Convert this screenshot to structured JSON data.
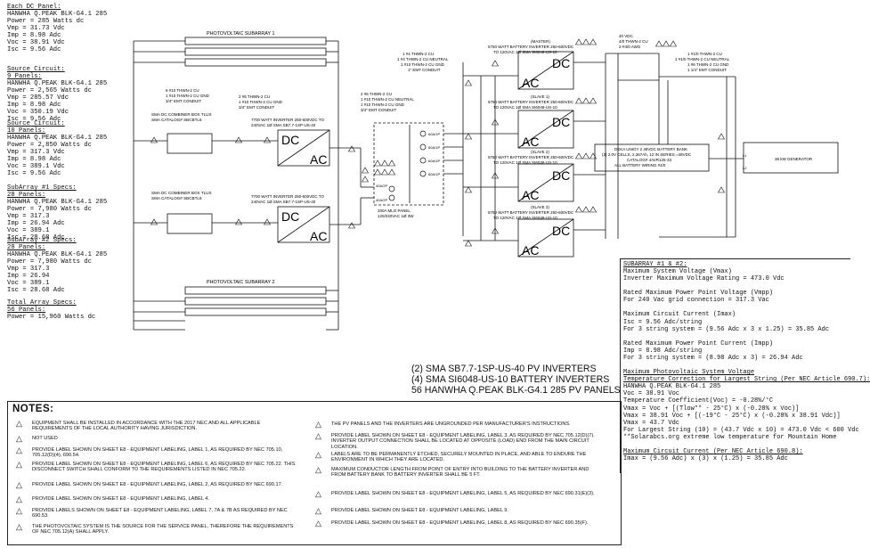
{
  "spec_blocks": [
    {
      "title": "Each DC Panel:",
      "lines": [
        "HANWHA Q.PEAK BLK-G4.1 285",
        "Power = 285 Watts dc",
        "Vmp = 31.73 Vdc",
        "Imp = 8.98 Adc",
        "Voc = 38.91 Vdc",
        "Isc = 9.56 Adc"
      ]
    },
    {
      "title": "Source Circuit:",
      "sub": "9 Panels:",
      "lines": [
        "HANWHA Q.PEAK BLK-G4.1 285",
        "Power = 2,565 Watts dc",
        "Vmp = 285.57 Vdc",
        "Imp = 8.98 Adc",
        "Voc = 350.19 Vdc",
        "Isc = 9.56 Adc"
      ]
    },
    {
      "title": "Source Circuit:",
      "sub": "10 Panels:",
      "lines": [
        "HANWHA Q.PEAK BLK-G4.1 285",
        "Power = 2,850 Watts dc",
        "Vmp = 317.3 Vdc",
        "Imp = 8.98 Adc",
        "Voc = 389.1 Vdc",
        "Isc = 9.56 Adc"
      ]
    },
    {
      "title": "SubArray #1 Specs:",
      "sub": "28 Panels:",
      "lines": [
        "HANWHA Q.PEAK BLK-G4.1 285",
        "Power = 7,980 Watts dc",
        "Vmp = 317.3",
        "Imp = 26.94 Adc",
        "Voc = 389.1",
        "Isc = 28.68 Adc"
      ]
    },
    {
      "title": "SubArray #2 Specs:",
      "sub": "28 Panels:",
      "lines": [
        "HANWHA Q.PEAK BLK-G4.1 285",
        "Power = 7,980 Watts dc",
        "Vmp = 317.3",
        "Imp = 26.94",
        "Voc = 389.1",
        "Isc = 28.68 Adc"
      ]
    },
    {
      "title": "Total Array Specs:",
      "sub": "56 Panels:",
      "lines": [
        "Power = 15,960 Watts dc"
      ]
    }
  ],
  "diagram": {
    "subarray1": "PHOTOVOLTAIC SUBARRAY 1",
    "subarray2": "PHOTOVOLTAIC SUBARRAY 2",
    "combiner1": [
      "SMA DC COMBINER BOX TLUS",
      "SMA CATALOG# SBCBTL6"
    ],
    "combiner2": [
      "SMA DC COMBINER BOX TLUS",
      "SMA CATALOG# SBCBTL6"
    ],
    "wire1": [
      "6 #10 THWN-2 CU",
      "1 #10 THWN-2 CU GND",
      "3/4\" EMT CONDUIT"
    ],
    "wire2": [
      "2 #6 THWN-2 CU",
      "1 #10 THWN-2 CU GND",
      "3/4\" EMT CONDUIT"
    ],
    "wire3": [
      "2 #6 THWN-2 CU",
      "1 #10 THWN-2 CU NEUTRAL",
      "1 #10 THWN-2 CU GND",
      "3/4\" EMT CONDUIT"
    ],
    "wire4": [
      "1 #4 THWN-2 CU",
      "1 #4 THWN-2 CU NEUTRAL",
      "1 #10 THWN-2 CU GND",
      "1\" EMT CONDUIT"
    ],
    "wire5": [
      "4/0 THWN-2 CU",
      "2-#4/0 AWG"
    ],
    "wire6": [
      "1 #1/0 THWN-2 CU",
      "1 #1/0 THWN-2 CU NEUTRAL",
      "1 #6 THWN-2 CU GND",
      "1 1/4\" EMT CONDUIT"
    ],
    "pvinv1": [
      "7700 WATT INVERTER 250-600VDC TO",
      "240VAC 1Ø SMA SB7.7-1SP-US-40"
    ],
    "pvinv2": [
      "7700 WATT INVERTER 250-600VDC TO",
      "240VAC 1Ø SMA SB7.7-1SP-US-40"
    ],
    "master": [
      "(MASTER)",
      "5750 WATT BATTERY INVERTER 250-600VDC",
      "TO 120VAC 1Ø SMA SI6048-US-10"
    ],
    "slave1": [
      "(SLAVE 1)",
      "5750 WATT BATTERY INVERTER 250-600VDC",
      "TO 120VAC 1Ø SMA SI6048-US-10"
    ],
    "slave2": [
      "(SLAVE 2)",
      "5750 WATT BATTERY INVERTER 250-600VDC",
      "TO 120VAC 1Ø SMA SI6048-US-10"
    ],
    "slave3": [
      "(SLAVE 3)",
      "5750 WATT BATTERY INVERTER 250-600VDC",
      "TO 120VAC 1Ø SMA SI6048-US-10"
    ],
    "battery": [
      "DEKA UNIGY 2 48VDC BATTERY BANK",
      "(2) 2.0V CELLS, 2,367Ah, 12 IN SERIES =48VDC",
      "CATALOG# 4AVR125-33",
      "ALL BATTERY WIRING #4/0"
    ],
    "panel": [
      "200A MLO PANEL",
      "120/240VAC 1Ø 3W"
    ],
    "breakers": [
      "60A/1P",
      "60A/1P",
      "60A/1P",
      "60A/1P",
      "40A/2P",
      "40A/2P"
    ],
    "generator": "38 kW GENERATOR",
    "dc": "DC",
    "ac": "AC",
    "l1": "L1",
    "l2": "L2",
    "mains": "40 VDC"
  },
  "summary": [
    "(2) SMA SB7.7-1SP-US-40 PV INVERTERS",
    "(4) SMA SI6048-US-10 BATTERY INVERTERS",
    "56 HANWHA Q.PEAK BLK-G4.1 285 PV PANELS"
  ],
  "calc": {
    "title": "SUBARRAY #1 & #2:",
    "lines": [
      {
        "t": "Maximum System Voltage (Vmax)",
        "u": false
      },
      {
        "t": "Inverter Maximum Voltage Rating = 473.0 Vdc",
        "u": false
      },
      {
        "t": "",
        "u": false
      },
      {
        "t": "Rated Maximum Power Point Voltage (Vmpp)",
        "u": false
      },
      {
        "t": "For 240 Vac grid connection = 317.3 Vac",
        "u": false
      },
      {
        "t": "",
        "u": false
      },
      {
        "t": "Maximum Circuit Current (Imax)",
        "u": false
      },
      {
        "t": "Isc = 9.56 Adc/string",
        "u": false
      },
      {
        "t": "For 3 string system = (9.56 Adc x 3 x 1.25) = 35.85 Adc",
        "u": false
      },
      {
        "t": "",
        "u": false
      },
      {
        "t": "Rated Maximum Power Point Current (Impp)",
        "u": false
      },
      {
        "t": "Imp = 8.98 Adc/string",
        "u": false
      },
      {
        "t": "For 3 string system = (8.98 Adc x 3) = 26.94 Adc",
        "u": false
      },
      {
        "t": "",
        "u": false
      },
      {
        "t": "Maximum Photovoltaic System Voltage",
        "u": true
      },
      {
        "t": "Temperature Correction for Largest String (Per NEC Article 690.7):",
        "u": true
      },
      {
        "t": "HANWHA Q.PEAK BLK-G4.1 285",
        "u": false
      },
      {
        "t": "Voc = 38.91 Voc",
        "u": false
      },
      {
        "t": "Temperature Coefficient(Voc) = -0.28%/°C",
        "u": false
      },
      {
        "t": "Vmax = Voc + [(Tlow** - 25°C) x (-0.28% x Voc)]",
        "u": false
      },
      {
        "t": "Vmax = 38.91 Voc + [(-19°C - 25°C) x (-0.28% x 38.91 Vdc)]",
        "u": false
      },
      {
        "t": "Vmax = 43.7 Vdc",
        "u": false
      },
      {
        "t": "For Largest String (10) = (43.7 Vdc x 10) = 473.0 Vdc < 600 Vdc",
        "u": false
      },
      {
        "t": "**Solarabcs.org extreme low temperature for Mountain Home",
        "u": false
      },
      {
        "t": "",
        "u": false
      },
      {
        "t": "Maximum Circuit Current (Per NEC Article 690.8):",
        "u": true
      },
      {
        "t": "Imax = (9.56 Adc) x (3) x (1.25) = 35.85 Adc",
        "u": false
      }
    ]
  },
  "notes": {
    "title": "NOTES:",
    "left": [
      {
        "n": "1",
        "text": "EQUIPMENT SHALL BE INSTALLED IN ACCORDANCE WITH THE 2017 NEC AND ALL APPLICABLE REQUIREMENTS OF THE LOCAL AUTHORITY HAVING JURISDICTION."
      },
      {
        "n": "2",
        "text": "NOT USED"
      },
      {
        "n": "3",
        "text": "PROVIDE LABEL SHOWN ON SHEET E8 - EQUIPMENT LABELING, LABEL 1, AS REQUIRED BY NEC 705.10, 705.12(D)(4), 690.54."
      },
      {
        "n": "4",
        "text": "PROVIDE LABEL SHOWN ON SHEET E8 - EQUIPMENT LABELING, LABEL 6, AS REQUIRED BY NEC 705.22. THIS DISCONNECT SWITCH SHALL CONFORM TO THE REQUIREMENTS LISTED IN NEC 705.22."
      },
      {
        "n": "5",
        "text": "PROVIDE LABEL SHOWN ON SHEET E8 - EQUIPMENT LABELING, LABEL 2, AS REQUIRED BY NEC 690.17."
      },
      {
        "n": "6",
        "text": "PROVIDE LABEL SHOWN ON SHEET E8 - EQUIPMENT LABELING, LABEL 4."
      },
      {
        "n": "7",
        "text": "PROVIDE LABELS SHOWN ON SHEET E8 - EQUIPMENT LABELING, LABEL 7, 7A & 7B AS REQUIRED BY NEC 690.53."
      },
      {
        "n": "8",
        "text": "THE PHOTOVOLTAIC SYSTEM IS THE SOURCE FOR THE SERVICE PANEL, THEREFORE THE REQUIREMENTS OF NEC 705.12(A) SHALL APPLY."
      }
    ],
    "right": [
      {
        "n": "9",
        "text": "THE PV PANELS AND THE INVERTERS ARE UNGROUNDED PER MANUFACTURER'S INSTRUCTIONS."
      },
      {
        "n": "10",
        "text": "PROVIDE LABEL SHOWN ON SHEET E8 - EQUIPMENT LABELING, LABEL 3, AS REQUIRED BY NEC 705.12(D)(7). INVERTER OUTPUT CONNECTION SHALL BE LOCATED AT OPPOSITE (LOAD) END FROM THE MAIN CIRCUIT LOCATION."
      },
      {
        "n": "11",
        "text": "LABELS ARE TO BE PERMANENTLY ETCHED, SECURELY MOUNTED IN PLACE, AND ABLE TO ENDURE THE ENVIRONMENT IN WHICH THEY ARE LOCATED."
      },
      {
        "n": "12",
        "text": "MAXIMUM CONDUCTOR LENGTH FROM POINT OF ENTRY INTO BUILDING TO THE BATTERY INVERTER AND FROM BATTERY BANK TO BATTERY INVERTER SHALL BE 5 FT."
      },
      {
        "n": "13",
        "text": "PROVIDE LABEL SHOWN ON SHEET E8 - EQUIPMENT LABELING, LABEL 5, AS REQUIRED BY NEC 690.31(E)(3)."
      },
      {
        "n": "14",
        "text": "PROVIDE LABEL SHOWN ON SHEET E8 - EQUIPMENT LABELING, LABEL 9."
      },
      {
        "n": "15",
        "text": "PROVIDE LABEL SHOWN ON SHEET E8 - EQUIPMENT LABELING, LABEL 8, AS REQUIRED BY NEC 690.35(F)."
      }
    ]
  }
}
